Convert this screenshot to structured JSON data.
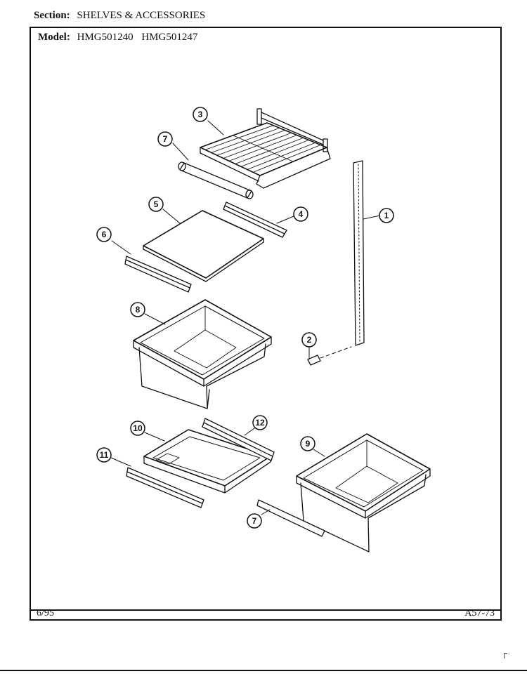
{
  "header": {
    "section_label": "Section:",
    "section_value": "SHELVES & ACCESSORIES"
  },
  "model": {
    "label": "Model:",
    "numbers": [
      "HMG501240",
      "HMG501247"
    ]
  },
  "footer": {
    "date": "6/95",
    "doc_number": "A57-73"
  },
  "callouts": [
    {
      "id": "callout-3",
      "number": "3"
    },
    {
      "id": "callout-7-upper",
      "number": "7"
    },
    {
      "id": "callout-5",
      "number": "5"
    },
    {
      "id": "callout-4",
      "number": "4"
    },
    {
      "id": "callout-1",
      "number": "1"
    },
    {
      "id": "callout-6",
      "number": "6"
    },
    {
      "id": "callout-8",
      "number": "8"
    },
    {
      "id": "callout-2",
      "number": "2"
    },
    {
      "id": "callout-10",
      "number": "10"
    },
    {
      "id": "callout-12",
      "number": "12"
    },
    {
      "id": "callout-11",
      "number": "11"
    },
    {
      "id": "callout-9",
      "number": "9"
    },
    {
      "id": "callout-7-lower",
      "number": "7"
    }
  ],
  "stray_mark": "ᒥ˙"
}
